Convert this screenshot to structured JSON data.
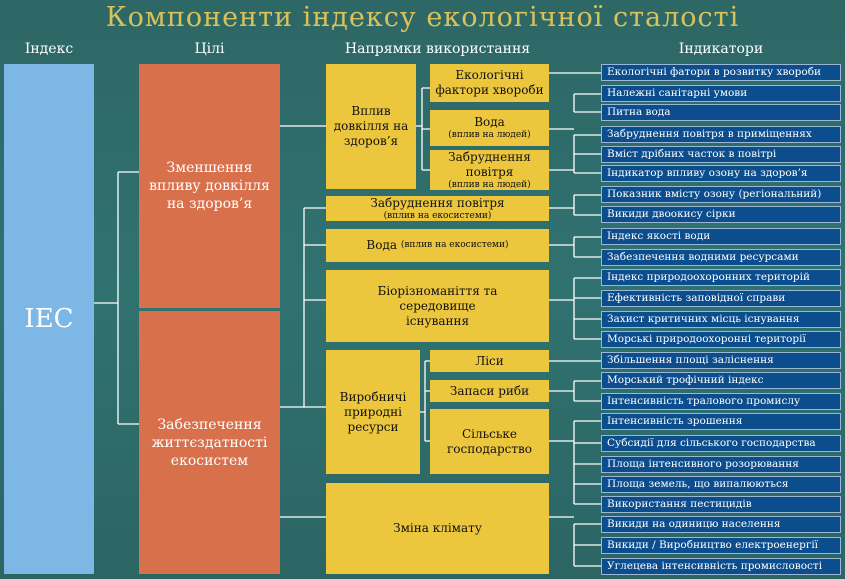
{
  "title": "Компоненти індексу екологічної сталості",
  "headers": {
    "index": "Індекс",
    "goals": "Цілі",
    "directions": "Напрямки використання",
    "indicators": "Індикатори"
  },
  "index_label": "IEC",
  "goals": [
    "Зменшення впливу довкілля на здоров’я",
    "Забезпечення життєздатності екосистем"
  ],
  "directions": {
    "health": {
      "label": "Вплив довкілля на здоров’я"
    },
    "health_disease": {
      "label": "Екологічні фактори хвороби"
    },
    "health_water": {
      "label": "Вода",
      "sub": "(вплив на людей)"
    },
    "health_air": {
      "label": "Забруднення повітря",
      "sub": "(вплив на людей)"
    },
    "eco_air": {
      "label": "Забруднення повітря",
      "sub": "(вплив на екосистеми)"
    },
    "eco_water": {
      "label": "Вода",
      "sub": "(вплив на екосистеми)"
    },
    "biodiversity": {
      "label": "Біорізноманіття та середовище існування"
    },
    "resources": {
      "label": "Виробничі природні ресурси"
    },
    "forests": {
      "label": "Ліси"
    },
    "fish": {
      "label": "Запаси риби"
    },
    "agri": {
      "label": "Сільське господарство"
    },
    "climate": {
      "label": "Зміна клімату"
    }
  },
  "indicators": [
    "Екологічні фатори в розвитку хвороби",
    "Належні санітарні умови",
    "Питна вода",
    "Забруднення повітря в приміщеннях",
    "Вміст дрібних часток в повітрі",
    "Індикатор впливу озону на здоров’я",
    "Показник вмісту озону (регіональний)",
    "Викиди двоокису сірки",
    "Індекс якості води",
    "Забезпечення водними ресурсами",
    "Індекс природоохоронних територій",
    "Ефективність заповідної справи",
    "Захист критичних місць існування",
    "Морські природоохоронні території",
    "Збільшення площі заліснення",
    "Морський трофічний індекс",
    "Інтенсивність тралового промислу",
    "Інтенсивність зрошення",
    "Субсидії для сільського господарства",
    "Площа інтенсивного розорювання",
    "Площа земель, що випалюються",
    "Використання пестицидів",
    "Викиди на одиницю населення",
    "Викиди / Виробництво електроенергії",
    "Углецева інтенсивність промисловості"
  ],
  "colors": {
    "background": "#2f6b6a",
    "title": "#d9c25a",
    "index_box": "#7db7e6",
    "goal_box": "#d8704c",
    "direction_box": "#ecc73e",
    "indicator_box": "#0c4d8e"
  }
}
